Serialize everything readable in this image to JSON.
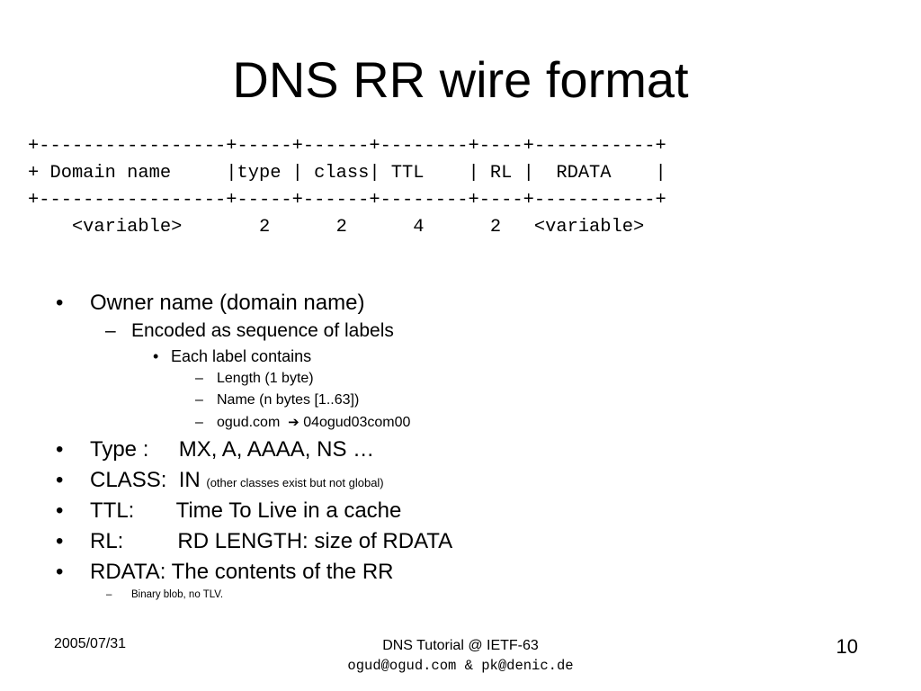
{
  "slide": {
    "title": "DNS RR wire format",
    "wire_format": [
      "+-----------------+-----+------+--------+----+-----------+",
      "+ Domain name     |type | class| TTL    | RL |  RDATA    |",
      "+-----------------+-----+------+--------+----+-----------+",
      "    <variable>       2      2      4      2   <variable>"
    ],
    "bullets": {
      "owner": "Owner name (domain name)",
      "encoded": "Encoded as sequence of labels",
      "each_label": "Each label contains",
      "length": "Length (1 byte)",
      "name": "Name (n bytes [1..63])",
      "example_domain": "ogud.com",
      "example_arrow_icon": "right-arrow-icon",
      "example_encoded": "04ogud03com00",
      "type": "Type :     MX, A, AAAA, NS …",
      "class_main": "CLASS:  IN ",
      "class_note": "(other classes exist but not global)",
      "ttl": "TTL:       Time To Live in a cache",
      "rl": "RL:         RD LENGTH: size of RDATA",
      "rdata": "RDATA: The contents of the RR",
      "binary": "Binary blob, no TLV."
    },
    "markers": {
      "bullet": "•",
      "dash": "–"
    },
    "footer": {
      "date": "2005/07/31",
      "event": "DNS Tutorial @ IETF-63",
      "authors": "ogud@ogud.com & pk@denic.de",
      "page_number": "10"
    }
  }
}
